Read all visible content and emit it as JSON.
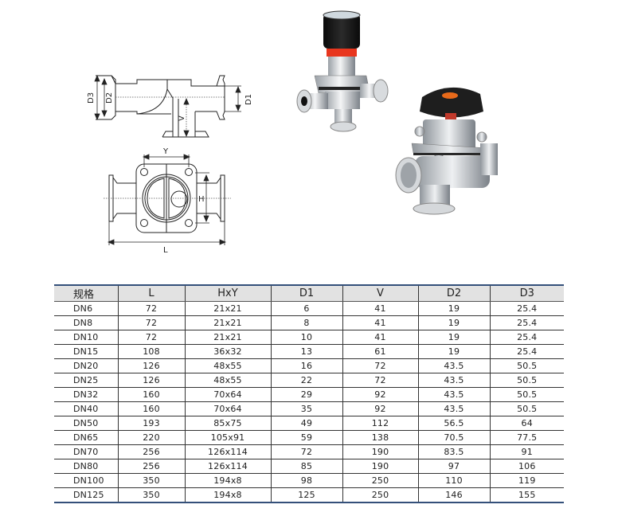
{
  "drawings": {
    "side_view": {
      "labels": [
        "D3",
        "D2",
        "D1",
        "V"
      ]
    },
    "top_view": {
      "labels": [
        "Y",
        "H",
        "L"
      ]
    }
  },
  "photos": [
    {
      "name": "manual-diaphragm-valve-small",
      "knob_color": "#1a1a1a",
      "band_color": "#e8361e"
    },
    {
      "name": "manual-diaphragm-valve-large",
      "knob_color": "#1e1e1e",
      "accent_color": "#e86a1a"
    }
  ],
  "table": {
    "headers": [
      "规格",
      "L",
      "HxY",
      "D1",
      "V",
      "D2",
      "D3"
    ],
    "rows": [
      [
        "DN6",
        "72",
        "21x21",
        "6",
        "41",
        "19",
        "25.4"
      ],
      [
        "DN8",
        "72",
        "21x21",
        "8",
        "41",
        "19",
        "25.4"
      ],
      [
        "DN10",
        "72",
        "21x21",
        "10",
        "41",
        "19",
        "25.4"
      ],
      [
        "DN15",
        "108",
        "36x32",
        "13",
        "61",
        "19",
        "25.4"
      ],
      [
        "DN20",
        "126",
        "48x55",
        "16",
        "72",
        "43.5",
        "50.5"
      ],
      [
        "DN25",
        "126",
        "48x55",
        "22",
        "72",
        "43.5",
        "50.5"
      ],
      [
        "DN32",
        "160",
        "70x64",
        "29",
        "92",
        "43.5",
        "50.5"
      ],
      [
        "DN40",
        "160",
        "70x64",
        "35",
        "92",
        "43.5",
        "50.5"
      ],
      [
        "DN50",
        "193",
        "85x75",
        "49",
        "112",
        "56.5",
        "64"
      ],
      [
        "DN65",
        "220",
        "105x91",
        "59",
        "138",
        "70.5",
        "77.5"
      ],
      [
        "DN70",
        "256",
        "126x114",
        "72",
        "190",
        "83.5",
        "91"
      ],
      [
        "DN80",
        "256",
        "126x114",
        "85",
        "190",
        "97",
        "106"
      ],
      [
        "DN100",
        "350",
        "194x8",
        "98",
        "250",
        "110",
        "119"
      ],
      [
        "DN125",
        "350",
        "194x8",
        "125",
        "250",
        "146",
        "155"
      ]
    ]
  },
  "colors": {
    "header_bg": "#e2e2e2",
    "rule": "#34507a"
  }
}
